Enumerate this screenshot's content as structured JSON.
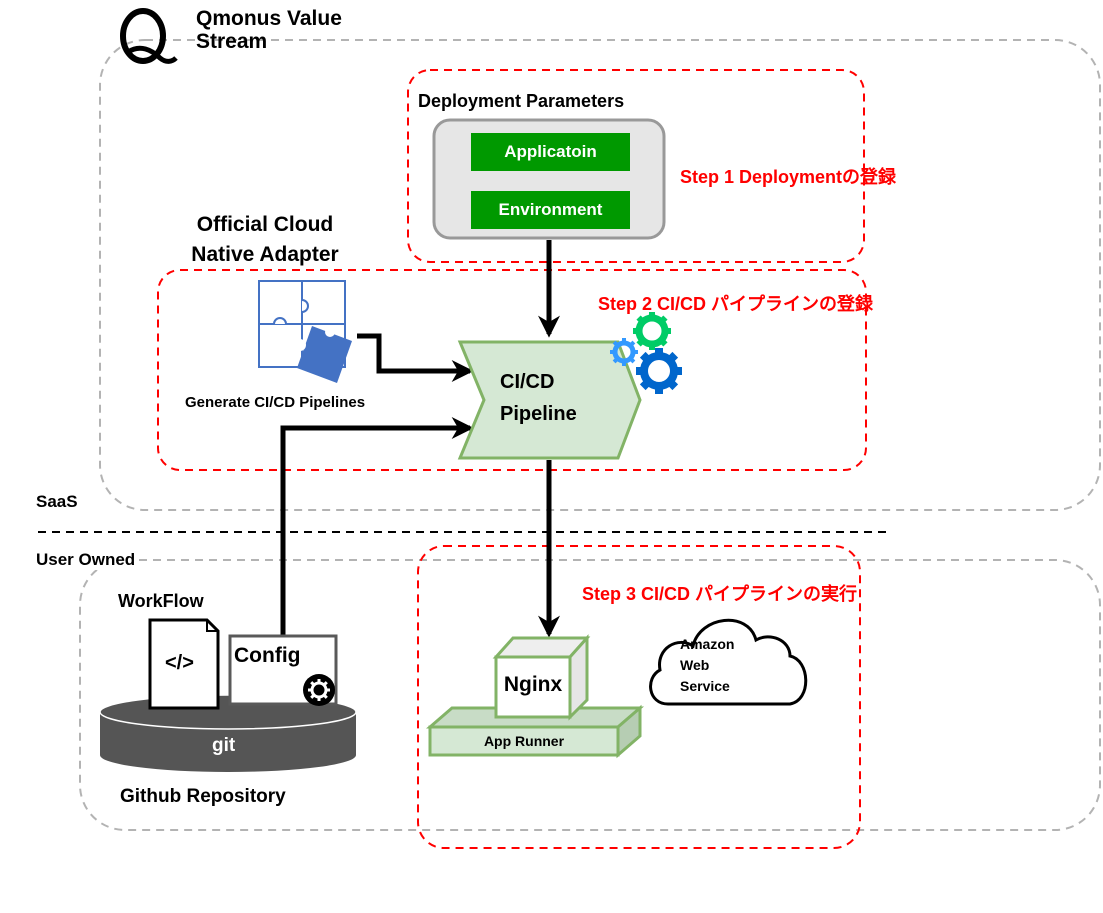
{
  "header": {
    "logo_icon": "qmonus-q-logo",
    "title_line1": "Qmonus Value",
    "title_line2": "Stream"
  },
  "zones": {
    "saas": "SaaS",
    "user_owned": "User Owned"
  },
  "deployment_parameters": {
    "title": "Deployment Parameters",
    "items": [
      "Applicatoin",
      "Environment"
    ]
  },
  "steps": [
    {
      "label": "Step 1 Deploymentの登録"
    },
    {
      "label": "Step 2 CI/CD パイプラインの登録"
    },
    {
      "label": "Step 3 CI/CD パイプラインの実行"
    }
  ],
  "adapter": {
    "title_line1": "Official Cloud",
    "title_line2": "Native Adapter",
    "icon": "puzzle-icon",
    "caption": "Generate CI/CD Pipelines"
  },
  "pipeline": {
    "line1": "CI/CD",
    "line2": "Pipeline",
    "icon": "gears-icon"
  },
  "repository": {
    "workflow_label": "WorkFlow",
    "code_glyph": "</>",
    "config_label": "Config",
    "git_label": "git",
    "caption": "Github Repository"
  },
  "runtime": {
    "nginx_label": "Nginx",
    "app_runner_label": "App Runner",
    "cloud_line1": "Amazon",
    "cloud_line2": "Web",
    "cloud_line3": "Service"
  },
  "colors": {
    "step_red": "#ff0000",
    "param_green": "#009900",
    "pipeline_fill": "#d5e8d4",
    "pipeline_stroke": "#82b366",
    "puzzle_blue": "#4472c4",
    "gear_green": "#00cc66",
    "gear_lightblue": "#3399ff",
    "gear_blue": "#0066cc",
    "git_gray": "#555555"
  }
}
